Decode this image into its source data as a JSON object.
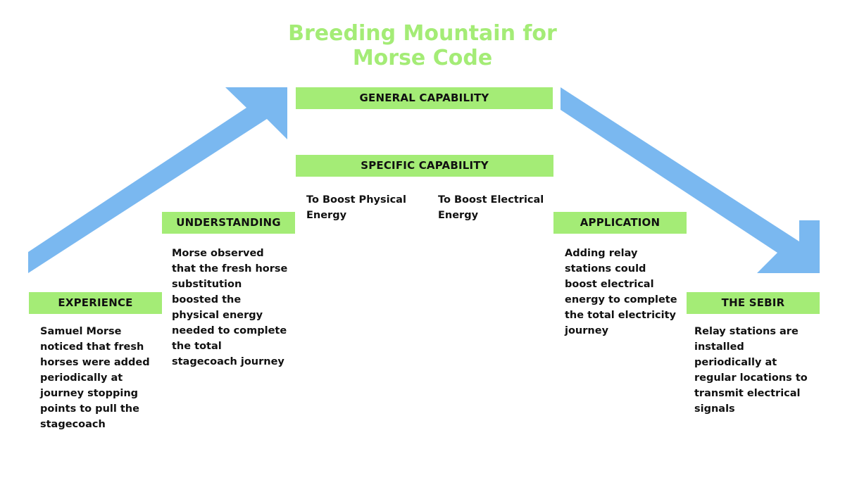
{
  "title": {
    "line1": "Breeding Mountain for",
    "line2": "Morse Code"
  },
  "colors": {
    "label_bg": "#a4ec76",
    "title": "#a4ec76",
    "arrow": "#7ab8f0"
  },
  "boxes": {
    "general": {
      "label": "GENERAL CAPABILITY"
    },
    "specific": {
      "label": "SPECIFIC CAPABILITY",
      "physical": "To Boost Physical Energy",
      "electrical": "To Boost Electrical Energy"
    },
    "understanding": {
      "label": "UNDERSTANDING",
      "text": "Morse observed that the fresh horse substitution boosted the physical energy needed to complete the total stagecoach journey"
    },
    "experience": {
      "label": "EXPERIENCE",
      "text": "Samuel Morse noticed that fresh horses were added periodically at journey stopping points to pull the stagecoach"
    },
    "application": {
      "label": "APPLICATION",
      "text": "Adding relay stations could boost electrical energy to complete the total electricity journey"
    },
    "sebir": {
      "label": "THE SEBIR",
      "text": "Relay stations are installed periodically at regular locations to transmit electrical signals"
    }
  }
}
